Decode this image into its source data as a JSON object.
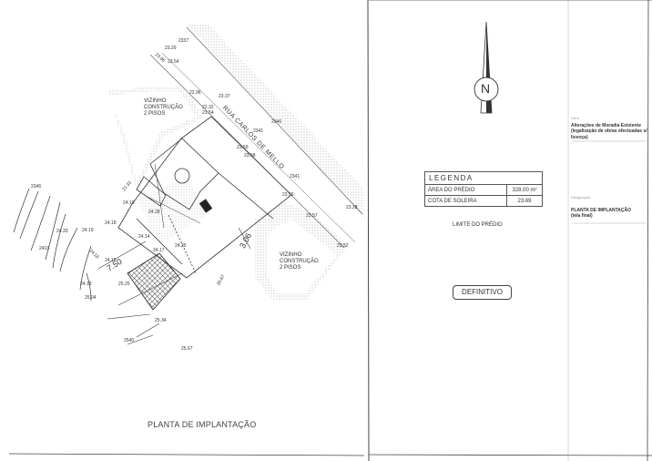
{
  "road_name": "RUA CARLOS DE MELLO",
  "neighbours": {
    "top": "VIZINHO\nCONSTRUÇÃO\n2 PISOS",
    "right": "VIZINHO\nCONSTRUÇÃO\n2 PISOS"
  },
  "elevations": {
    "e2337": "2337",
    "e2329": "23.29",
    "e2306": "23.06",
    "e2354a": "23.54",
    "e2296": "22.96",
    "e2337b": "23.37",
    "e2232": "22.32",
    "e2354b": "23.54",
    "e2346a": "2346",
    "e2341a": "2341",
    "e2359": "23.59",
    "e2358": "23.58",
    "e2341b": "2341",
    "e2356": "23.56",
    "e2328": "23.28",
    "e2357": "23.57",
    "e2352": "23.52",
    "e2346b": "2346",
    "e2233": "22.33",
    "e2419": "24.19",
    "e2418a": "24.18",
    "e2410": "2410",
    "e2433": "24.33",
    "e2419b": "24.19",
    "e2418b": "24.18",
    "e2418c": "24.18",
    "e2418d": "24.18",
    "e2428": "24.28",
    "e2414": "24.14",
    "e2417": "24.17",
    "e2425a": "24.25",
    "e2504": "25.04",
    "e2525": "25.25",
    "e2534": "25.34",
    "e2540": "2540",
    "e2567": "25.67",
    "e2667": "26.67"
  },
  "dimensions": {
    "d750": "7.50",
    "d306": "3.06"
  },
  "sheet_title": "PLANTA DE IMPLANTAÇÃO",
  "legend": {
    "title": "LEGENDA",
    "rows": [
      {
        "label": "ÁREA DO PRÉDIO",
        "value": "328.00 m²"
      },
      {
        "label": "COTA DE SOLEIRA",
        "value": "23.69"
      }
    ],
    "boundary": "LIMITE DO PRÉDIO"
  },
  "stamp": "DEFINITIVO",
  "title_block": {
    "object_caption": "Obra",
    "object_text": "Alterações de Moradia Existente\n(legalização de obras efectuadas s/\nlicença)",
    "design_caption": "Designação",
    "design_text": "PLANTA DE IMPLANTAÇÃO\n(tela final)"
  },
  "north_letter": "N"
}
